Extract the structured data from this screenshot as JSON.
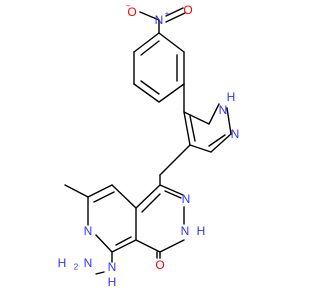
{
  "colors": {
    "carbon_bond": "#000000",
    "nitrogen": "#3333ff",
    "oxygen": "#ff0000",
    "background": "#ffffff"
  },
  "labels": {
    "nitro_o_minus": "O",
    "nitro_o_minus_charge": "−",
    "nitro_n_plus": "N",
    "nitro_n_plus_charge": "+",
    "nitro_o": "O",
    "pyrazole_nh": "H",
    "pyrazole_nh_n": "N",
    "pyrazole_n": "N",
    "pyridine_n": "N",
    "ring_n1": "N",
    "ring_n2": "N",
    "ring_nh_h": "H",
    "hydrazine_n": "N",
    "hydrazine_h": "H",
    "hydrazine_nh2": "H",
    "hydrazine_nh2_n": "N",
    "hydrazine_nh2_sub": "2",
    "carbonyl_o": "O"
  }
}
